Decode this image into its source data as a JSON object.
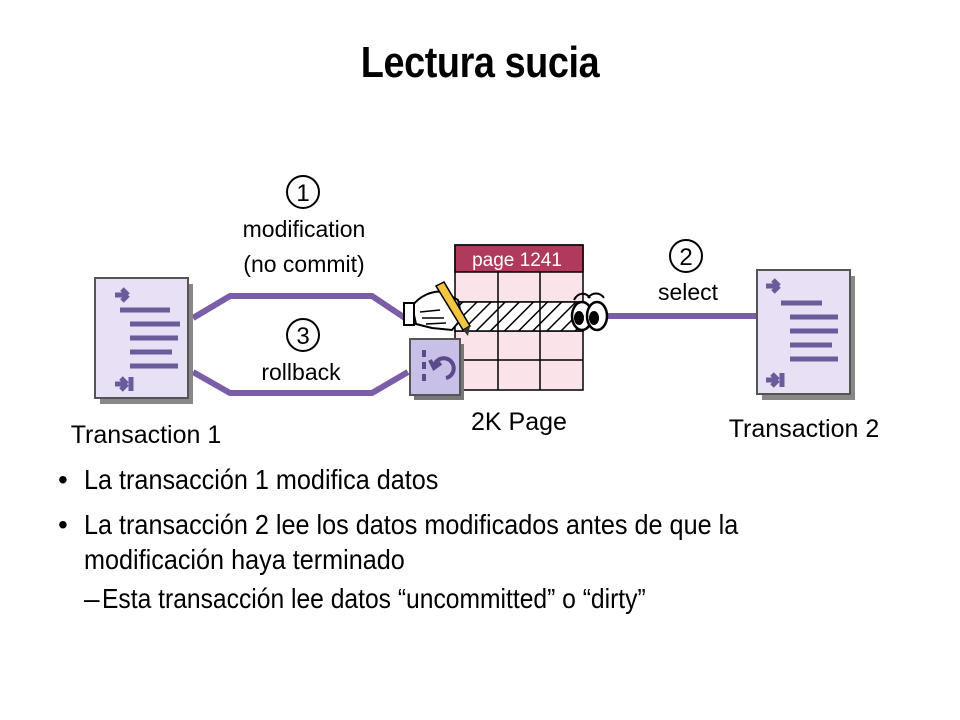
{
  "title": "Lectura sucia",
  "diagram": {
    "step1_number": "1",
    "step1_label_line1": "modification",
    "step1_label_line2": "(no commit)",
    "step2_number": "2",
    "step2_label": "select",
    "step3_number": "3",
    "step3_label": "rollback",
    "page_header": "page 1241",
    "page_caption": "2K Page",
    "transaction1_label": "Transaction 1",
    "transaction2_label": "Transaction 2",
    "colors": {
      "line": "#7b5ea7",
      "doc_fill": "#e8e0f4",
      "page_header_fill": "#b03a5b",
      "page_cell_fill": "#fbe3ea",
      "rollback_box_fill": "#c9c0e8"
    },
    "icons": [
      "document-icon",
      "pencil-hand-icon",
      "rollback-icon",
      "eyes-icon"
    ]
  },
  "bullets": [
    {
      "text": "La transacción 1 modifica datos"
    },
    {
      "text": "La transacción 2 lee los datos modificados antes de que la modificación haya terminado"
    }
  ],
  "sub_bullet": "Esta transacción lee datos “uncommitted” o “dirty”"
}
